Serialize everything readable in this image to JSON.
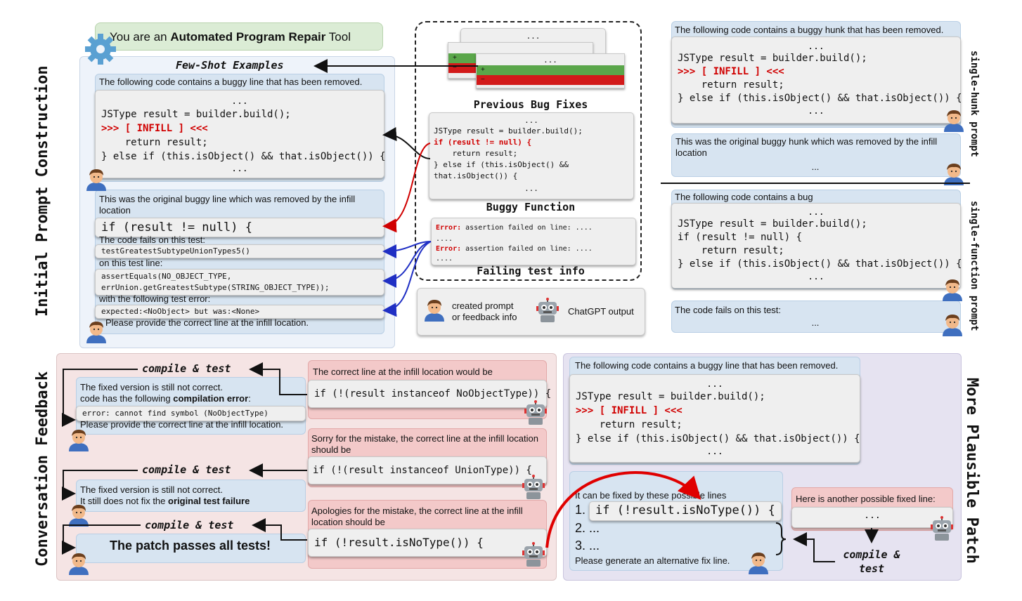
{
  "header": {
    "prefix": "You are an ",
    "bold": "Automated Program Repair",
    "suffix": " Tool"
  },
  "sections": {
    "initial": "Initial Prompt Construction",
    "feedback": "Conversation Feedback",
    "plausible": "More Plausible Patch",
    "single_hunk": "single-hunk prompt",
    "single_function": "single-function prompt"
  },
  "few_shot": {
    "title": "Few-Shot Examples",
    "intro": "The following code contains a buggy line that has been removed.",
    "code": [
      "...",
      "JSType result = builder.build();",
      ">>> [ INFILL ] <<<",
      "    return result;",
      "} else if (this.isObject() && that.isObject()) {",
      "..."
    ],
    "orig_label": "This was the original buggy line which was removed by the infill location",
    "orig_line": "if (result != null) {",
    "fails_label": "The code fails on this test:",
    "test_name": "testGreatestSubtypeUnionTypes5()",
    "on_line": "on this test line:",
    "test_line": [
      "assertEquals(NO_OBJECT_TYPE,",
      "errUnion.getGreatestSubtype(STRING_OBJECT_TYPE));"
    ],
    "with_error": "with the following test error:",
    "error": "expected:<NoObject> but was:<None>",
    "provide": "Please provide the correct line at the infill location."
  },
  "previous": {
    "title": "Previous Bug Fixes",
    "dots": "...",
    "plus": "+",
    "minus": "−"
  },
  "buggy": {
    "title": "Buggy Function",
    "lines": [
      "...",
      "JSType result = builder.build();",
      "if (result != null) {",
      "    return result;",
      "} else if (this.isObject() &&",
      "that.isObject()) {",
      "..."
    ]
  },
  "failing": {
    "title": "Failing test info",
    "err_prefix": "Error:",
    "err_text": " assertion failed on line: ....",
    "dots": "...."
  },
  "legend": {
    "person": "created prompt\nor feedback info",
    "robot": "ChatGPT output"
  },
  "hunk": {
    "intro": "The following code contains a buggy hunk that has been removed.",
    "code": [
      "...",
      "JSType result = builder.build();",
      ">>> [ INFILL ] <<<",
      "    return result;",
      "} else if (this.isObject() && that.isObject()) {",
      "..."
    ],
    "orig": "This was the original buggy hunk which was removed by the infill location",
    "dots": "..."
  },
  "func": {
    "intro": "The following code contains a bug",
    "code": [
      "...",
      "JSType result = builder.build();",
      "if (result != null) {",
      "    return result;",
      "} else if (this.isObject() && that.isObject()) {",
      "..."
    ],
    "fails": "The code fails on this test:",
    "dots": "..."
  },
  "conv": {
    "compile": "compile & test",
    "r1_label": "The correct line at the infill location would be",
    "r1_code": "if (!(result instanceof NoObjectType)) {",
    "f1_a": "The fixed version is still not correct.",
    "f1_b_pre": "code has the following ",
    "f1_b_bold": "compilation error",
    "f1_b_post": ":",
    "f1_err": "error: cannot find symbol (NoObjectType)",
    "f1_provide": "Please provide the correct line at the infill location.",
    "r2_label": "Sorry for the mistake, the correct line at the infill location should be",
    "r2_code": "if (!(result instanceof UnionType)) {",
    "f2_a": "The fixed version is still not correct.",
    "f2_b_pre": "It still does not fix the ",
    "f2_b_bold": "original test failure",
    "r3_label": "Apologies for the mistake, the correct line at the infill location should be",
    "r3_code": "if (!result.isNoType()) {",
    "pass": "The patch passes all tests!"
  },
  "plausible": {
    "intro": "The following code contains a buggy line that has been removed.",
    "code": [
      "...",
      "JSType result = builder.build();",
      ">>> [ INFILL ] <<<",
      "    return result;",
      "} else if (this.isObject() && that.isObject()) {",
      "..."
    ],
    "fixed_label": "It can be fixed by these possible lines",
    "item1_num": "1.",
    "item1_code": "if (!result.isNoType()) {",
    "item2": "2. ...",
    "item3": "3. ...",
    "generate": "Please generate an alternative fix line.",
    "another": "Here is another possible fixed line:",
    "another_dots": "...",
    "compile1": "compile &",
    "compile2": "test"
  },
  "colors": {
    "accent_red": "#d00000",
    "arrow_blue": "#1f2fc4",
    "diff_green": "#5aa64a",
    "diff_red": "#d21a1a"
  }
}
